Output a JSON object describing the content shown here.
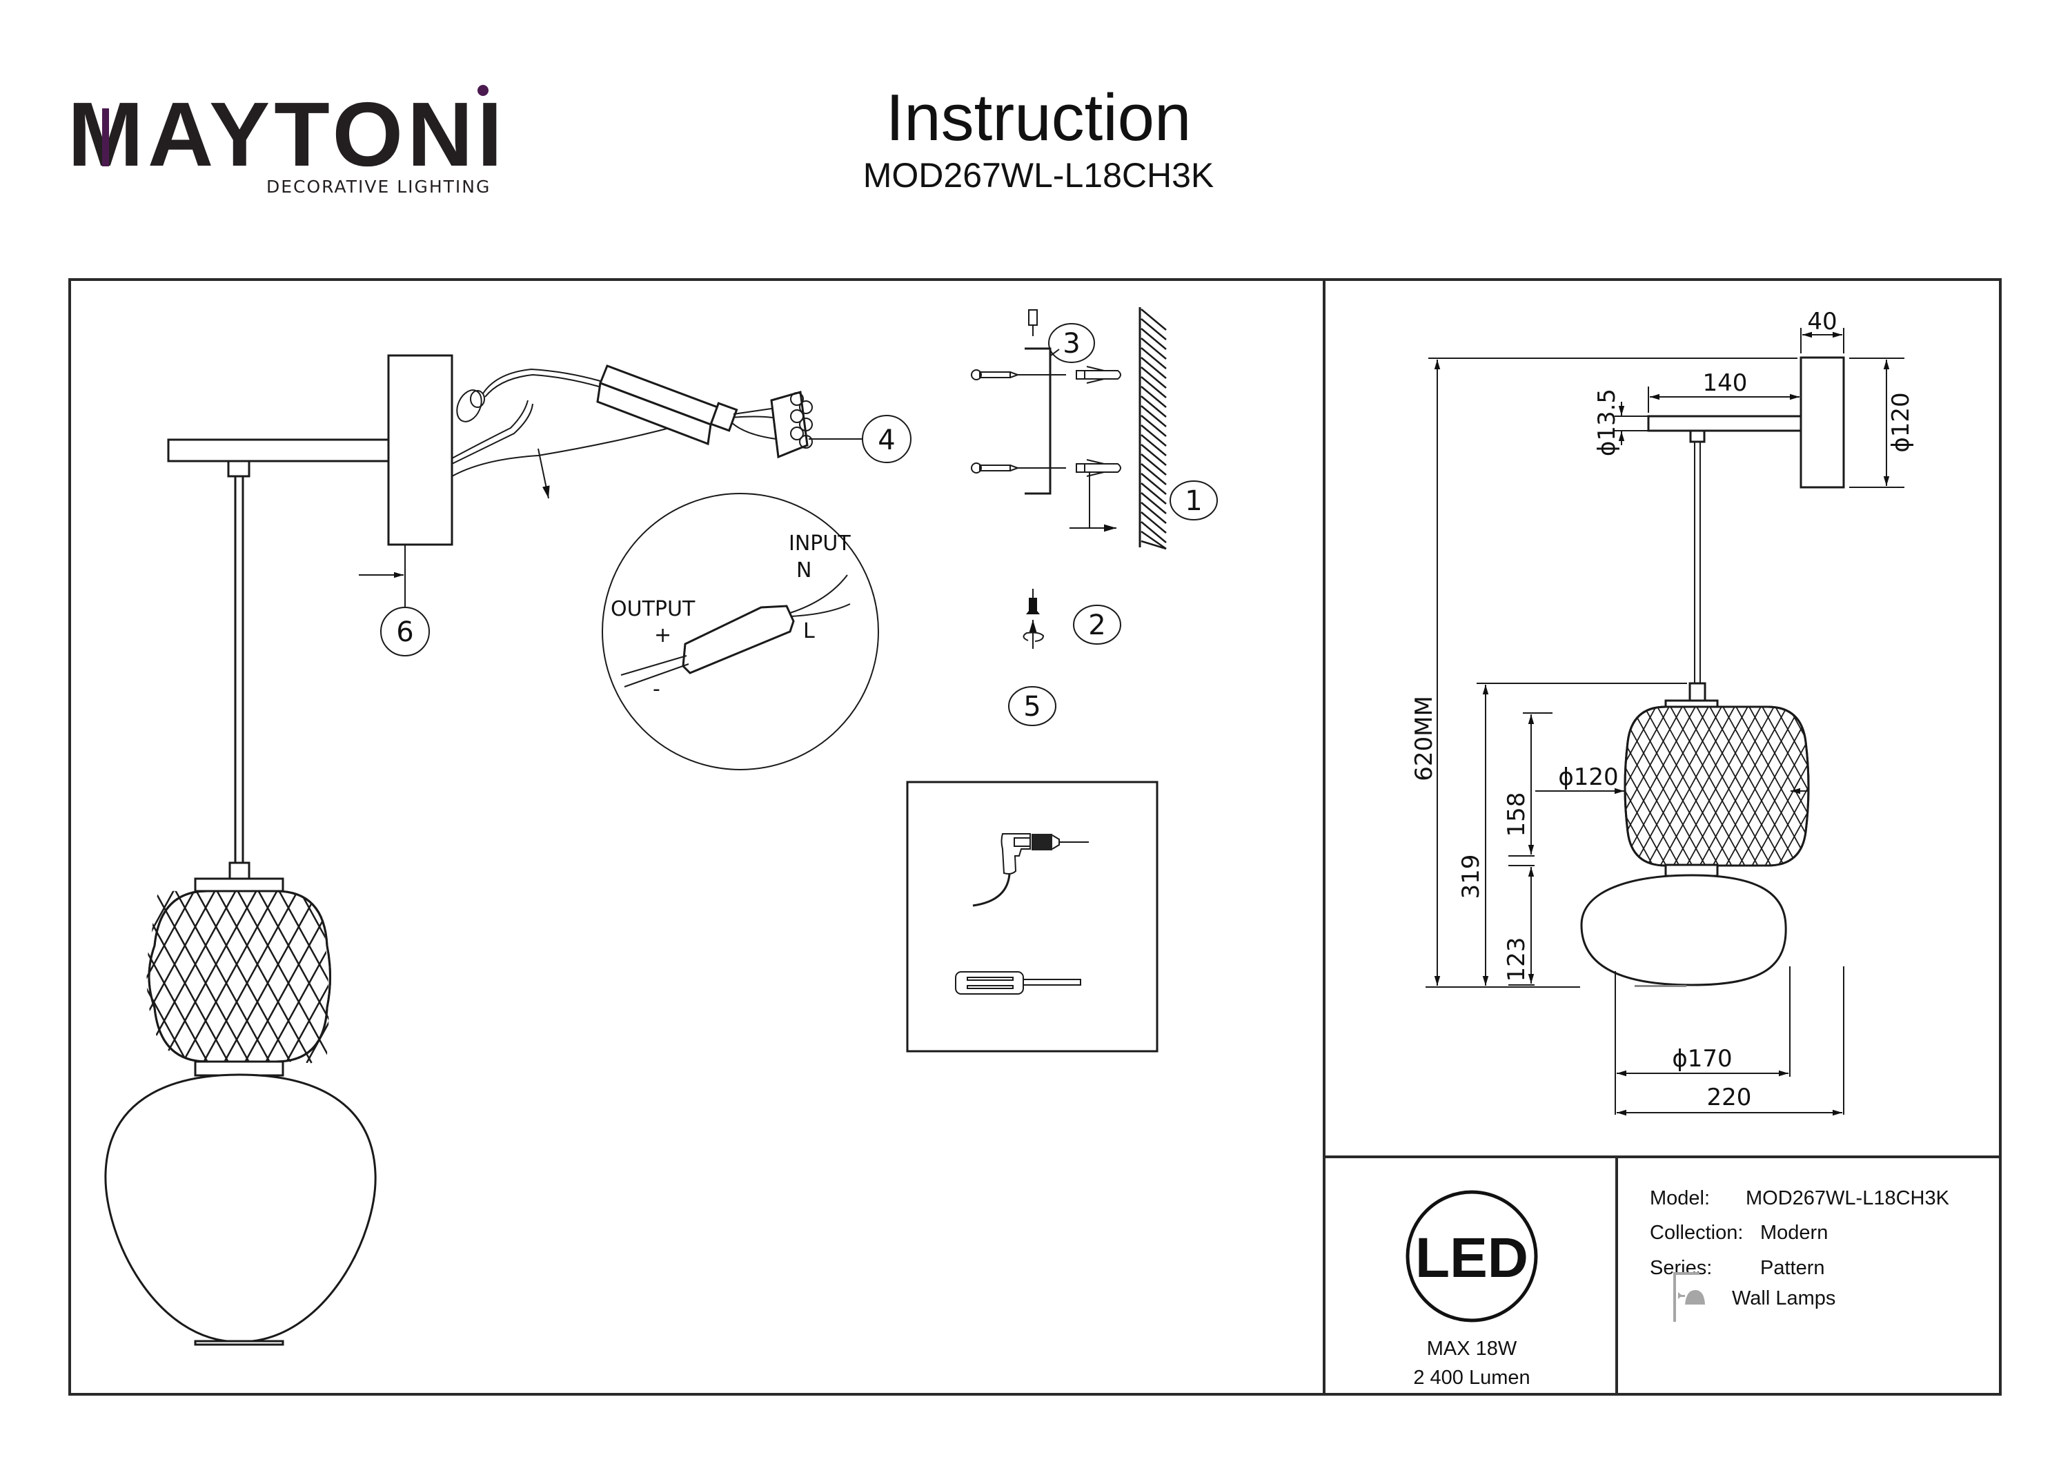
{
  "brand": {
    "name_main": "MAYTONI",
    "tagline": "DECORATIVE LIGHTING",
    "accent_color": "#4a1a4f",
    "text_color": "#231f20"
  },
  "header": {
    "title": "Instruction",
    "model_code": "MOD267WL-L18CH3K"
  },
  "assembly": {
    "callouts": [
      "1",
      "2",
      "3",
      "4",
      "5",
      "6"
    ],
    "driver_detail": {
      "output_label": "OUTPUT",
      "plus": "+",
      "minus": "-",
      "input_label": "INPUT",
      "neutral": "N",
      "live": "L"
    },
    "tools": [
      "drill-icon",
      "screwdriver-icon"
    ]
  },
  "dimensions": {
    "backplate_depth": "40",
    "arm_length": "140",
    "arm_diameter": "ϕ13.5",
    "backplate_diameter": "ϕ120",
    "total_height": "620MM",
    "shade_assembly_height": "319",
    "upper_shade_height": "158",
    "upper_shade_diameter": "ϕ120",
    "lower_shade_height": "123",
    "lower_shade_diameter": "ϕ170",
    "total_projection": "220"
  },
  "specs": {
    "led_badge": "LED",
    "max_power": "MAX 18W",
    "lumen": "2 400 Lumen",
    "rows": [
      {
        "label": "Model:",
        "value": "MOD267WL-L18CH3K"
      },
      {
        "label": "Collection:",
        "value": "Modern"
      },
      {
        "label": "Series:",
        "value": "Pattern"
      }
    ],
    "category": "Wall Lamps",
    "category_icon": "wall-lamp-icon",
    "category_icon_color": "#a6a6a6"
  }
}
